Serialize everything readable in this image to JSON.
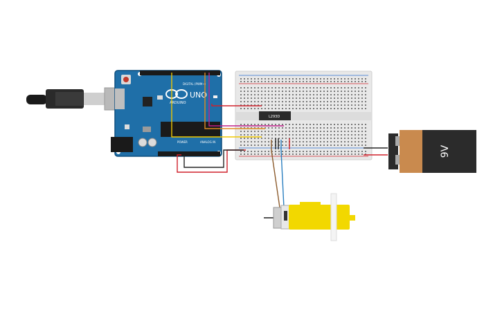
{
  "arduino": {
    "logo_text": "ARDUINO",
    "model": "UNO",
    "digital_label": "DIGITAL (PWM~)",
    "power_label": "POWER",
    "analog_label": "ANALOG IN",
    "board_color": "#1f6fa8"
  },
  "breadboard": {
    "chip_label": "L293D"
  },
  "battery": {
    "label": "9V",
    "body_color": "#2b2b2b",
    "cap_color": "#c98a4e"
  },
  "motor": {
    "body_color": "#f2d800"
  },
  "wires": {
    "red": "#d0202a",
    "black": "#222222",
    "yellow": "#f0c800",
    "magenta": "#c0208a",
    "orange": "#e08a20",
    "brown": "#8b5a2b",
    "blue": "#2a7fc0"
  }
}
